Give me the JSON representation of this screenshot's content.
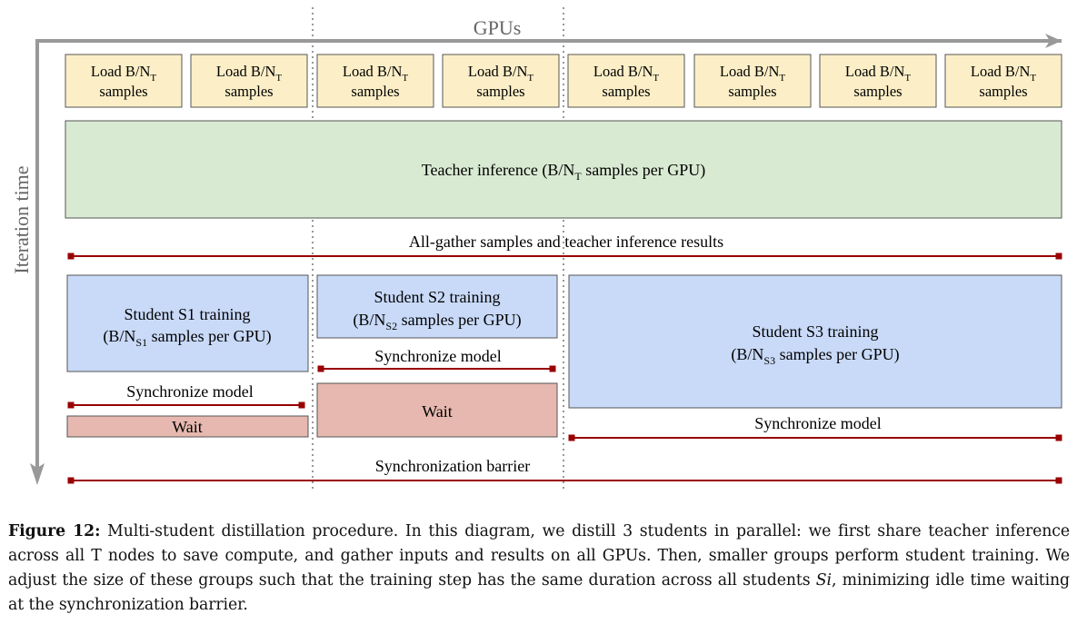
{
  "axes": {
    "x_label": "GPUs",
    "y_label": "Iteration time"
  },
  "load_boxes": [
    {
      "line1_prefix": "Load B/N",
      "line1_sub": "T",
      "line2": "samples"
    },
    {
      "line1_prefix": "Load B/N",
      "line1_sub": "T",
      "line2": "samples"
    },
    {
      "line1_prefix": "Load B/N",
      "line1_sub": "T",
      "line2": "samples"
    },
    {
      "line1_prefix": "Load B/N",
      "line1_sub": "T",
      "line2": "samples"
    },
    {
      "line1_prefix": "Load B/N",
      "line1_sub": "T",
      "line2": "samples"
    },
    {
      "line1_prefix": "Load B/N",
      "line1_sub": "T",
      "line2": "samples"
    },
    {
      "line1_prefix": "Load B/N",
      "line1_sub": "T",
      "line2": "samples"
    },
    {
      "line1_prefix": "Load B/N",
      "line1_sub": "T",
      "line2": "samples"
    }
  ],
  "teacher": {
    "prefix": "Teacher inference (B/N",
    "sub": "T",
    "suffix": " samples per GPU)"
  },
  "all_gather": "All-gather samples and teacher inference results",
  "students": [
    {
      "title": "Student S1 training",
      "line2_prefix": "(B/N",
      "line2_sub": "S1",
      "line2_suffix": " samples per GPU)",
      "sync": "Synchronize model",
      "wait": "Wait"
    },
    {
      "title": "Student S2 training",
      "line2_prefix": "(B/N",
      "line2_sub": "S2",
      "line2_suffix": " samples per GPU)",
      "sync": "Synchronize model",
      "wait": "Wait"
    },
    {
      "title": "Student S3 training",
      "line2_prefix": "(B/N",
      "line2_sub": "S3",
      "line2_suffix": " samples per GPU)",
      "sync": "Synchronize model"
    }
  ],
  "barrier": "Synchronization barrier",
  "caption": {
    "label": "Figure 12:",
    "part1": " Multi-student distillation procedure. In this diagram, we distill 3 students in parallel: we first share teacher inference across all T nodes to save compute, and gather inputs and results on all GPUs. Then, smaller groups perform student training. We adjust the size of these groups such that the training step has the same duration across all students ",
    "math": "Si",
    "part2": ", minimizing idle time waiting at the synchronization barrier."
  },
  "colors": {
    "load_fill": "#fcefc7",
    "teacher_fill": "#d9ead3",
    "student_fill": "#c9daf8",
    "wait_fill": "#e6b8af",
    "sync_line": "#990000",
    "axis": "#999999"
  }
}
